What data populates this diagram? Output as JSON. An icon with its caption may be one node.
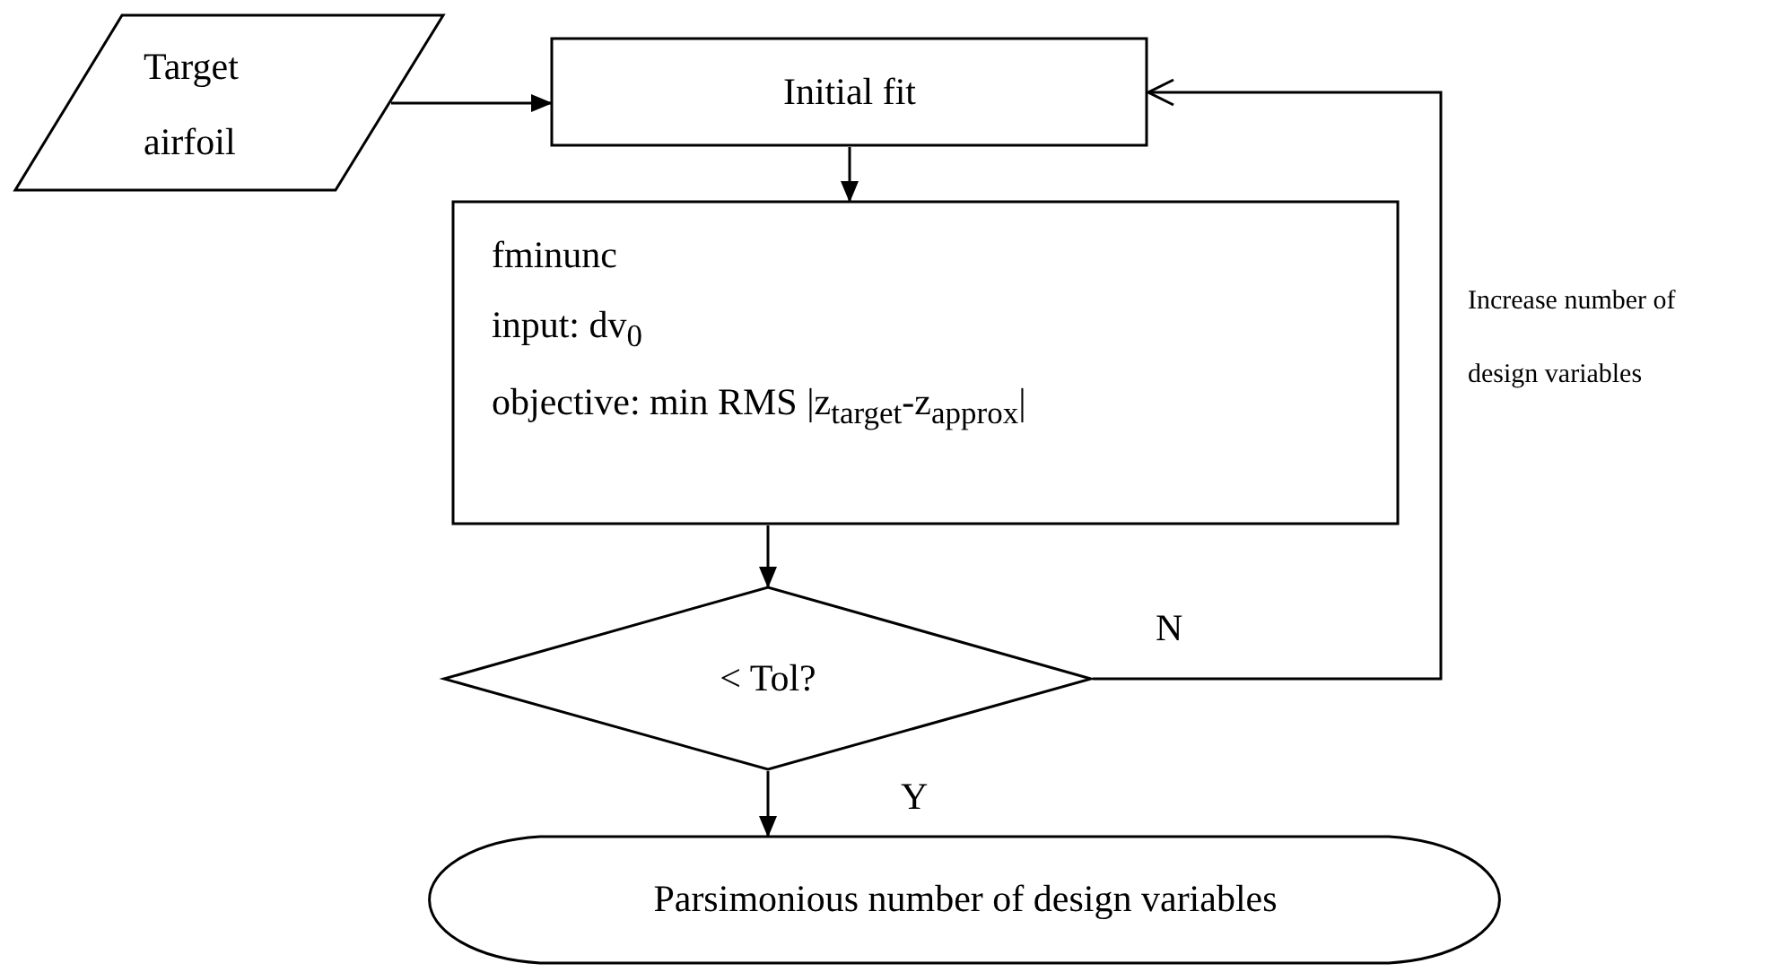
{
  "diagram": {
    "nodes": [
      {
        "text": [
          "Target airfoil"
        ]
      },
      {
        "text": [
          "Initial fit"
        ]
      },
      {
        "text": [
          "fminunc",
          "input: dv$_{0}$",
          "objective: min RMS |z$_{target}$-z$_{approx}$|"
        ]
      },
      {
        "text": [
          "< Tol?"
        ]
      },
      {
        "text": [
          "Parsimonious number of design variables"
        ]
      }
    ],
    "edges": [
      {
        "from": 0,
        "to": 1,
        "arrow": "to"
      },
      {
        "from": 1,
        "to": 2,
        "arrow": "to"
      },
      {
        "from": 2,
        "to": 3,
        "arrow": "to"
      },
      {
        "from": 3,
        "to": 4,
        "arrow": "to",
        "label": "Y"
      },
      {
        "from": 3,
        "to": 1,
        "arrow": "to",
        "label": "N"
      }
    ],
    "labels": [
      "Increase number of design variables"
    ]
  }
}
